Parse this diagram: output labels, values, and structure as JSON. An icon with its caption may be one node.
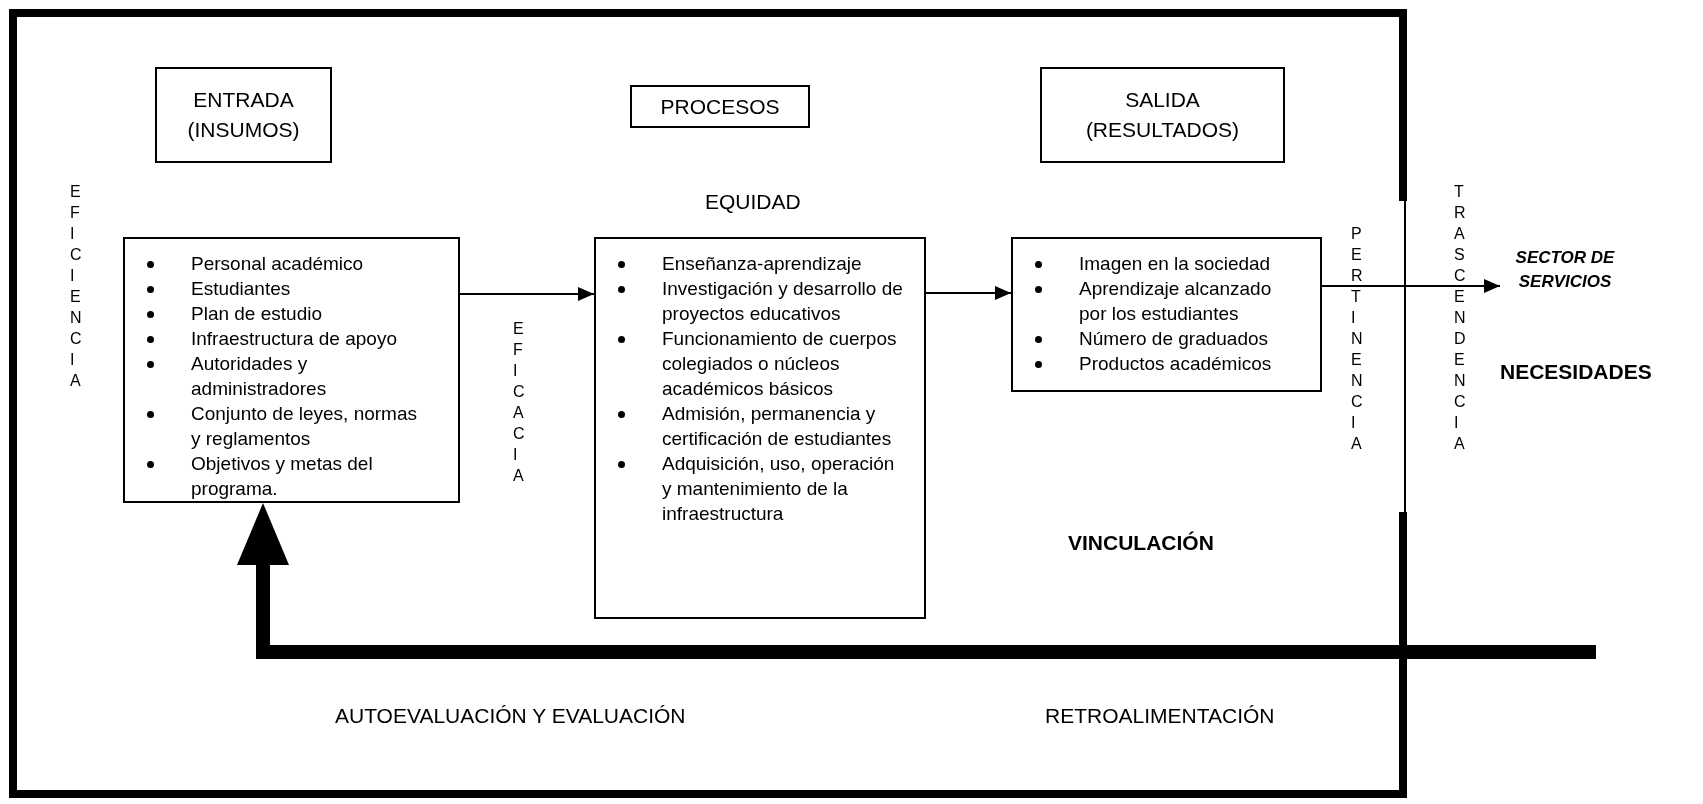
{
  "diagram": {
    "nodes": [
      {
        "text": [],
        "shape": "box"
      },
      {
        "text": [
          "ENTRADA (INSUMOS)"
        ],
        "in": 0
      },
      {
        "text": [
          "PROCESOS"
        ],
        "in": 0
      },
      {
        "text": [
          "SALIDA (RESULTADOS)"
        ],
        "in": 0
      },
      {
        "text": [
          "Personal académico",
          "Estudiantes",
          "Plan de estudio",
          "Infraestructura de apoyo",
          "Autoridades y administradores",
          "Conjunto de leyes, normas y reglamentos",
          "Objetivos y metas del programa."
        ],
        "in": 0
      },
      {
        "text": [
          "Enseñanza-aprendizaje",
          "Investigación y desarrollo de proyectos educativos",
          "Funcionamiento de cuerpos colegiados o núcleos académicos básicos",
          "Admisión, permanencia y certificación de estudiantes",
          "Adquisición, uso, operación y mantenimiento de la infraestructura"
        ],
        "in": 0
      },
      {
        "text": [
          "Imagen en la sociedad",
          "Aprendizaje alcanzado por los estudiantes",
          "Número de graduados",
          "Productos académicos"
        ],
        "in": 0
      },
      {
        "text": [
          "SECTOR DE SERVICIOS"
        ]
      }
    ],
    "edges": [
      {
        "from": 4,
        "to": 5,
        "arrow": "to"
      },
      {
        "from": 5,
        "to": 6,
        "arrow": "to"
      },
      {
        "from": 6,
        "to": 7,
        "arrow": "to"
      },
      {
        "from": null,
        "to": 4,
        "arrow": "to",
        "style": "thick"
      }
    ],
    "labels": [
      "EFICIENCIA",
      "EQUIDAD",
      "EFICACIA",
      "PERTINENCIA",
      "TRASCENDENCIA",
      "NECESIDADES",
      "VINCULACIÓN",
      "AUTOEVALUACIÓN Y EVALUACIÓN",
      "RETROALIMENTACIÓN"
    ]
  }
}
